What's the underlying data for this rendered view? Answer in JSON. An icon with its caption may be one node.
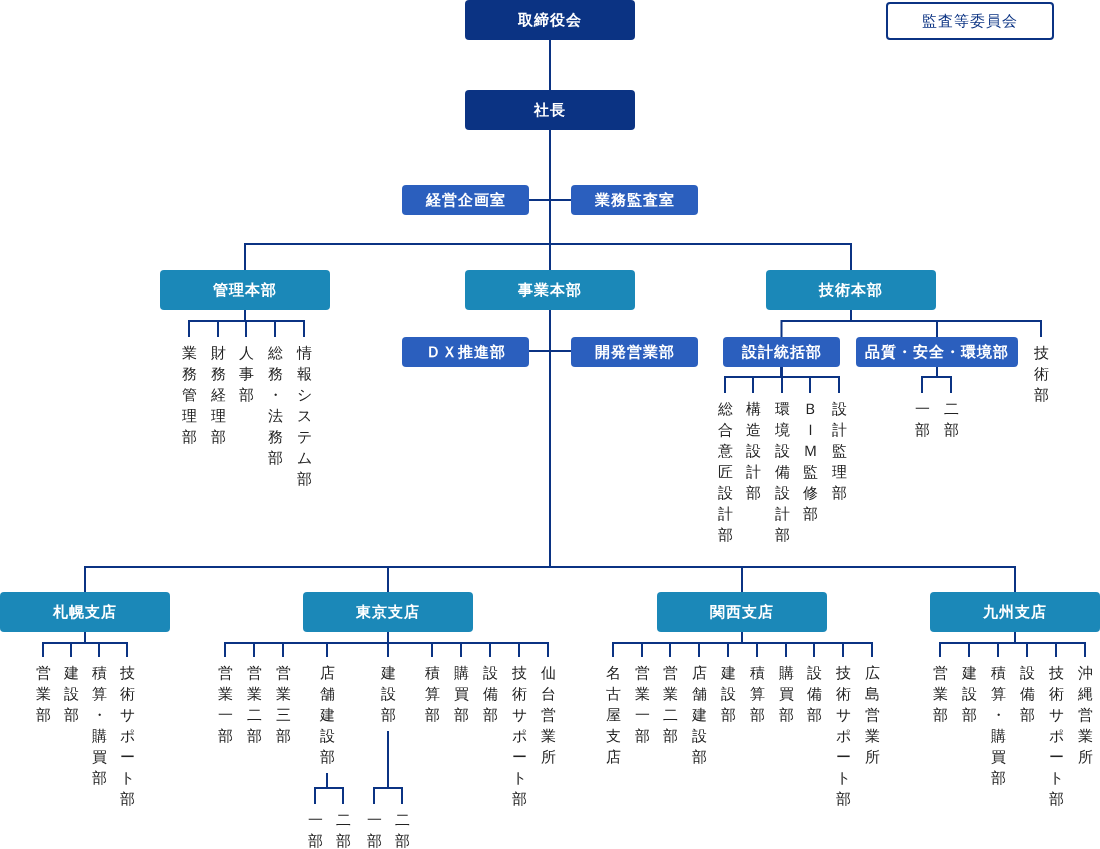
{
  "diagram": {
    "nodes": [
      {
        "text": [
          "取締役会"
        ]
      },
      {
        "text": [
          "監査等委員会"
        ]
      },
      {
        "text": [
          "社長"
        ]
      },
      {
        "text": [
          "経営企画室"
        ]
      },
      {
        "text": [
          "業務監査室"
        ]
      },
      {
        "text": [
          "管理本部"
        ]
      },
      {
        "text": [
          "事業本部"
        ]
      },
      {
        "text": [
          "技術本部"
        ]
      },
      {
        "text": [
          "業務管理部"
        ]
      },
      {
        "text": [
          "財務経理部"
        ]
      },
      {
        "text": [
          "人事部"
        ]
      },
      {
        "text": [
          "総務・法務部"
        ]
      },
      {
        "text": [
          "情報システム部"
        ]
      },
      {
        "text": [
          "ＤＸ推進部"
        ]
      },
      {
        "text": [
          "開発営業部"
        ]
      },
      {
        "text": [
          "設計統括部"
        ]
      },
      {
        "text": [
          "品質・安全・環境部"
        ]
      },
      {
        "text": [
          "技術部"
        ]
      },
      {
        "text": [
          "総合意匠設計部"
        ]
      },
      {
        "text": [
          "構造設計部"
        ]
      },
      {
        "text": [
          "環境設備設計部"
        ]
      },
      {
        "text": [
          "ＢＩＭ監修部"
        ]
      },
      {
        "text": [
          "設計監理部"
        ]
      },
      {
        "text": [
          "一部"
        ]
      },
      {
        "text": [
          "二部"
        ]
      },
      {
        "text": [
          "札幌支店"
        ]
      },
      {
        "text": [
          "東京支店"
        ]
      },
      {
        "text": [
          "関西支店"
        ]
      },
      {
        "text": [
          "九州支店"
        ]
      },
      {
        "text": [
          "営業部"
        ]
      },
      {
        "text": [
          "建設部"
        ]
      },
      {
        "text": [
          "積算・購買部"
        ]
      },
      {
        "text": [
          "技術サポート部"
        ]
      },
      {
        "text": [
          "営業一部"
        ]
      },
      {
        "text": [
          "営業二部"
        ]
      },
      {
        "text": [
          "営業三部"
        ]
      },
      {
        "text": [
          "店舗建設部"
        ]
      },
      {
        "text": [
          "建設部"
        ]
      },
      {
        "text": [
          "積算部"
        ]
      },
      {
        "text": [
          "購買部"
        ]
      },
      {
        "text": [
          "設備部"
        ]
      },
      {
        "text": [
          "技術サポート部"
        ]
      },
      {
        "text": [
          "仙台営業所"
        ]
      },
      {
        "text": [
          "一部"
        ]
      },
      {
        "text": [
          "二部"
        ]
      },
      {
        "text": [
          "一部"
        ]
      },
      {
        "text": [
          "二部"
        ]
      },
      {
        "text": [
          "名古屋支店"
        ]
      },
      {
        "text": [
          "営業一部"
        ]
      },
      {
        "text": [
          "営業二部"
        ]
      },
      {
        "text": [
          "店舗建設部"
        ]
      },
      {
        "text": [
          "建設部"
        ]
      },
      {
        "text": [
          "積算部"
        ]
      },
      {
        "text": [
          "購買部"
        ]
      },
      {
        "text": [
          "設備部"
        ]
      },
      {
        "text": [
          "技術サポート部"
        ]
      },
      {
        "text": [
          "広島営業所"
        ]
      },
      {
        "text": [
          "営業部"
        ]
      },
      {
        "text": [
          "建設部"
        ]
      },
      {
        "text": [
          "積算・購買部"
        ]
      },
      {
        "text": [
          "設備部"
        ]
      },
      {
        "text": [
          "技術サポート部"
        ]
      },
      {
        "text": [
          "沖縄営業所"
        ]
      }
    ],
    "edges": [
      {
        "from": 0,
        "to": 2,
        "arrow": "none"
      },
      {
        "from": 2,
        "to": 3,
        "arrow": "none"
      },
      {
        "from": 2,
        "to": 4,
        "arrow": "none"
      },
      {
        "from": 2,
        "to": 5,
        "arrow": "none"
      },
      {
        "from": 2,
        "to": 6,
        "arrow": "none"
      },
      {
        "from": 2,
        "to": 7,
        "arrow": "none"
      },
      {
        "from": 5,
        "to": 8,
        "arrow": "none"
      },
      {
        "from": 5,
        "to": 9,
        "arrow": "none"
      },
      {
        "from": 5,
        "to": 10,
        "arrow": "none"
      },
      {
        "from": 5,
        "to": 11,
        "arrow": "none"
      },
      {
        "from": 5,
        "to": 12,
        "arrow": "none"
      },
      {
        "from": 6,
        "to": 13,
        "arrow": "none"
      },
      {
        "from": 6,
        "to": 14,
        "arrow": "none"
      },
      {
        "from": 7,
        "to": 15,
        "arrow": "none"
      },
      {
        "from": 7,
        "to": 16,
        "arrow": "none"
      },
      {
        "from": 7,
        "to": 17,
        "arrow": "none"
      },
      {
        "from": 15,
        "to": 18,
        "arrow": "none"
      },
      {
        "from": 15,
        "to": 19,
        "arrow": "none"
      },
      {
        "from": 15,
        "to": 20,
        "arrow": "none"
      },
      {
        "from": 15,
        "to": 21,
        "arrow": "none"
      },
      {
        "from": 15,
        "to": 22,
        "arrow": "none"
      },
      {
        "from": 16,
        "to": 23,
        "arrow": "none"
      },
      {
        "from": 16,
        "to": 24,
        "arrow": "none"
      },
      {
        "from": 6,
        "to": 25,
        "arrow": "none"
      },
      {
        "from": 6,
        "to": 26,
        "arrow": "none"
      },
      {
        "from": 6,
        "to": 27,
        "arrow": "none"
      },
      {
        "from": 6,
        "to": 28,
        "arrow": "none"
      },
      {
        "from": 25,
        "to": 29,
        "arrow": "none"
      },
      {
        "from": 25,
        "to": 30,
        "arrow": "none"
      },
      {
        "from": 25,
        "to": 31,
        "arrow": "none"
      },
      {
        "from": 25,
        "to": 32,
        "arrow": "none"
      },
      {
        "from": 26,
        "to": 33,
        "arrow": "none"
      },
      {
        "from": 26,
        "to": 34,
        "arrow": "none"
      },
      {
        "from": 26,
        "to": 35,
        "arrow": "none"
      },
      {
        "from": 26,
        "to": 36,
        "arrow": "none"
      },
      {
        "from": 26,
        "to": 37,
        "arrow": "none"
      },
      {
        "from": 26,
        "to": 38,
        "arrow": "none"
      },
      {
        "from": 26,
        "to": 39,
        "arrow": "none"
      },
      {
        "from": 26,
        "to": 40,
        "arrow": "none"
      },
      {
        "from": 26,
        "to": 41,
        "arrow": "none"
      },
      {
        "from": 26,
        "to": 42,
        "arrow": "none"
      },
      {
        "from": 36,
        "to": 43,
        "arrow": "none"
      },
      {
        "from": 36,
        "to": 44,
        "arrow": "none"
      },
      {
        "from": 37,
        "to": 45,
        "arrow": "none"
      },
      {
        "from": 37,
        "to": 46,
        "arrow": "none"
      },
      {
        "from": 27,
        "to": 47,
        "arrow": "none"
      },
      {
        "from": 27,
        "to": 48,
        "arrow": "none"
      },
      {
        "from": 27,
        "to": 49,
        "arrow": "none"
      },
      {
        "from": 27,
        "to": 50,
        "arrow": "none"
      },
      {
        "from": 27,
        "to": 51,
        "arrow": "none"
      },
      {
        "from": 27,
        "to": 52,
        "arrow": "none"
      },
      {
        "from": 27,
        "to": 53,
        "arrow": "none"
      },
      {
        "from": 27,
        "to": 54,
        "arrow": "none"
      },
      {
        "from": 27,
        "to": 55,
        "arrow": "none"
      },
      {
        "from": 27,
        "to": 56,
        "arrow": "none"
      },
      {
        "from": 28,
        "to": 57,
        "arrow": "none"
      },
      {
        "from": 28,
        "to": 58,
        "arrow": "none"
      },
      {
        "from": 28,
        "to": 59,
        "arrow": "none"
      },
      {
        "from": 28,
        "to": 60,
        "arrow": "none"
      },
      {
        "from": 28,
        "to": 61,
        "arrow": "none"
      },
      {
        "from": 28,
        "to": 62,
        "arrow": "none"
      }
    ]
  }
}
